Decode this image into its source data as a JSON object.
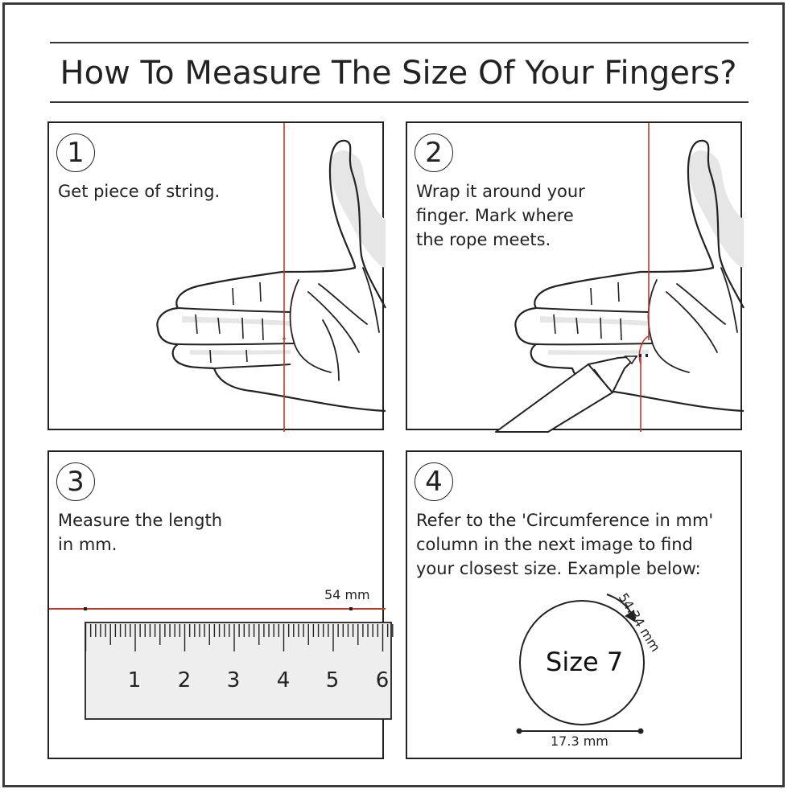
{
  "title": "How To Measure The Size Of Your Fingers?",
  "steps": [
    {
      "number": "1",
      "text": "Get piece of string."
    },
    {
      "number": "2",
      "text": "Wrap it around your\nfinger. Mark where\nthe rope meets."
    },
    {
      "number": "3",
      "text": "Measure the length\nin mm."
    },
    {
      "number": "4",
      "text": "Refer to the 'Circumference in mm'\ncolumn in the next image to find\nyour closest size. Example below:"
    }
  ],
  "ruler": {
    "marker_label": "54 mm",
    "tick_labels": [
      "1",
      "2",
      "3",
      "4",
      "5",
      "6"
    ]
  },
  "example": {
    "size_label": "Size 7",
    "circumference_label": "54.34 mm",
    "diameter_label": "17.3 mm"
  },
  "colors": {
    "string": "#c0392b",
    "outline": "#222222",
    "hand_shade": "#e6e6e6",
    "ruler_fill": "#eeeeee"
  }
}
